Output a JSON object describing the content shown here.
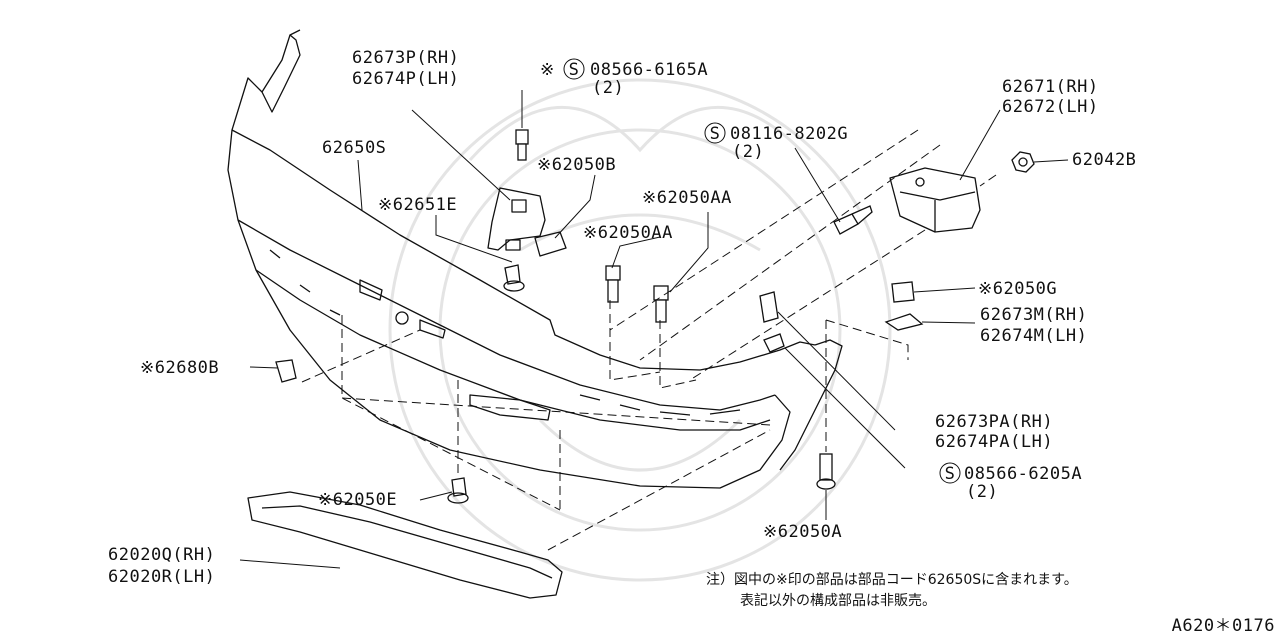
{
  "labels": {
    "l1a": "62673P(RH)",
    "l1b": "62674P(LH)",
    "l2a": "※",
    "l2b": "08566-6165A",
    "l2c": "(2)",
    "l3a": "62671(RH)",
    "l3b": "62672(LH)",
    "l4": "62650S",
    "l5": "※62050B",
    "l6a": "08116-8202G",
    "l6b": "(2)",
    "l7": "62042B",
    "l8": "※62651E",
    "l9": "※62050AA",
    "l10": "※62050AA",
    "l11": "※62050G",
    "l12a": "62673M(RH)",
    "l12b": "62674M(LH)",
    "l13": "※62680B",
    "l14a": "62673PA(RH)",
    "l14b": "62674PA(LH)",
    "l15a": "08566-6205A",
    "l15b": "(2)",
    "l16": "※62050E",
    "l17": "※62050A",
    "l18a": "62020Q(RH)",
    "l18b": "62020R(LH)",
    "s_symbol": "S"
  },
  "note": {
    "line1": "注）図中の※印の部品は部品コード62650Sに含まれます。",
    "line2": "表記以外の構成部品は非販売。"
  },
  "diagram_id": "A620＊0176"
}
